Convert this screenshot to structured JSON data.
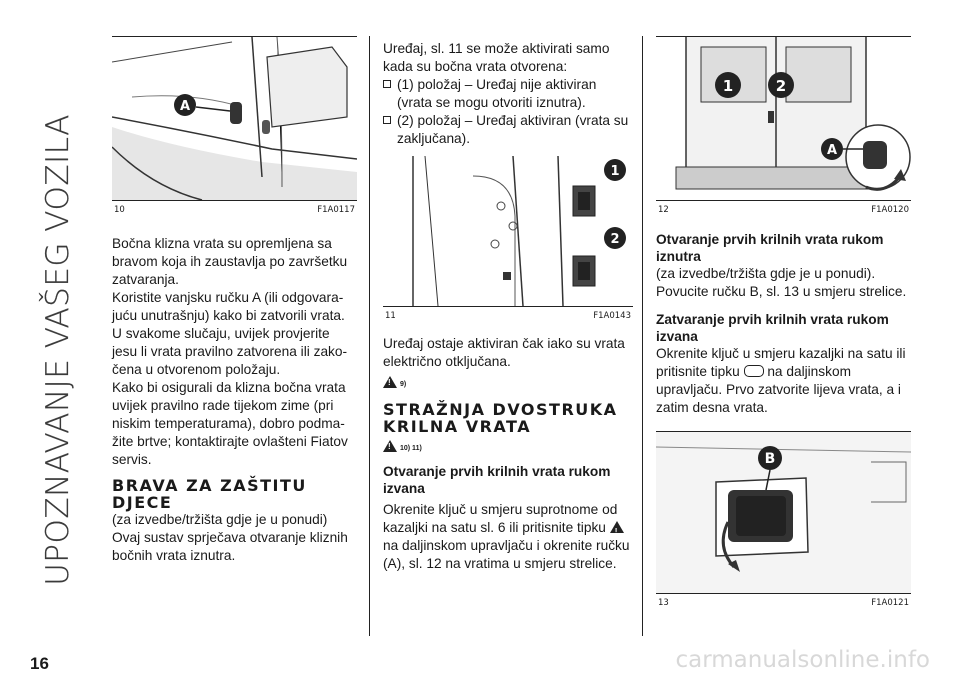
{
  "side_title": "UPOZNAVANJE VAŠEG VOZILA",
  "page_number": "16",
  "watermark": "carmanualsonline.info",
  "col1": {
    "fig10": {
      "num": "10",
      "code": "F1A0117",
      "marker": "A"
    },
    "p1": "Bočna klizna vrata su opremljena sa bravom koja ih zaustavlja po završetku zatvaranja.",
    "p2": "Koristite vanjsku ručku A (ili odgovara-juću unutrašnju) kako bi zatvorili vrata.",
    "p3": "U svakome slučaju, uvijek provjerite jesu li vrata pravilno zatvorena ili zako-čena u otvorenom položaju.",
    "p4": "Kako bi osigurali da klizna bočna vrata uvijek pravilno rade tijekom zime (pri niskim temperaturama), dobro podma-žite brtve; kontaktirajte ovlašteni Fiatov servis.",
    "h_child": "BRAVA ZA ZAŠTITU DJECE",
    "p5": "(za izvedbe/tržišta gdje je u ponudi)",
    "p6": "Ovaj sustav sprječava otvaranje kliznih bočnih vrata iznutra."
  },
  "col2": {
    "p1": "Uređaj, sl. 11 se može aktivirati samo kada su bočna vrata otvorena:",
    "li1": "(1) položaj – Uređaj nije aktiviran (vrata se mogu otvoriti iznutra).",
    "li2": "(2) položaj – Uređaj aktiviran (vrata su zaključana).",
    "fig11": {
      "num": "11",
      "code": "F1A0143",
      "marker1": "1",
      "marker2": "2"
    },
    "p2": "Uređaj ostaje aktiviran čak iako su vrata električno otključana.",
    "warn1": "9)",
    "h_rear": "STRAŽNJA DVOSTRUKA KRILNA VRATA",
    "warn2": "10) 11)",
    "h3": "Otvaranje prvih krilnih vrata rukom izvana",
    "p3": "Okrenite ključ u smjeru suprotnome od kazaljki na satu sl. 6 ili pritisnite tipku",
    "p4": "na daljinskom upravljaču i okrenite ručku (A), sl. 12 na vratima u smjeru strelice."
  },
  "col3": {
    "fig12": {
      "num": "12",
      "code": "F1A0120",
      "marker1": "1",
      "marker2": "2",
      "markerA": "A"
    },
    "h1": "Otvaranje prvih krilnih vrata rukom iznutra",
    "p1": "(za izvedbe/tržišta gdje je u ponudi).",
    "p2": "Povucite ručku B, sl. 13 u smjeru strelice.",
    "h2": "Zatvaranje prvih krilnih vrata rukom izvana",
    "p3a": "Okrenite ključ u smjeru kazaljki na satu ili pritisnite tipku",
    "p3b": "na daljinskom upravljaču. Prvo zatvorite lijeva vrata, a i zatim desna vrata.",
    "fig13": {
      "num": "13",
      "code": "F1A0121",
      "markerB": "B"
    }
  }
}
